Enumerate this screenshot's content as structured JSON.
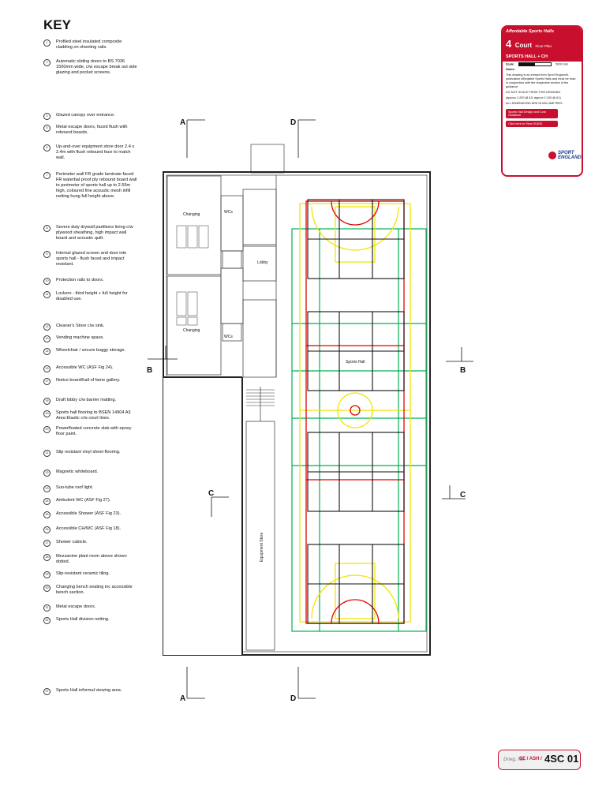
{
  "key": {
    "title": "KEY",
    "items": [
      {
        "num": "1",
        "text": "Profiled steel insulated composite cladding on sheeting rails."
      },
      {
        "num": "2",
        "text": "Automatic sliding doors to BS 7036 1500mm wide, c/w escape break out side glazing and pocket screens."
      },
      {
        "num": "4",
        "text": "Glazed canopy over entrance."
      },
      {
        "num": "5",
        "text": "Metal escape doors, faced flush with rebound boards."
      },
      {
        "num": "6",
        "text": "Up-and-over equipment store door 2.4 x 2.4m with flush rebound face to match wall."
      },
      {
        "num": "7",
        "text": "Perimeter wall FR grade laminate faced FR waterbal proof ply rebound board wall to perimeter of sports hall up to 2.55m high, coloured fine acoustic mesh infill netting hung full height above."
      },
      {
        "num": "8",
        "text": "Severe duty drywall partitions lining c/w plywood sheathing, high impact wall board and acoustic quilt."
      },
      {
        "num": "9",
        "text": "Internal glazed screen and door into sports hall - flush faced and impact resistant."
      },
      {
        "num": "10",
        "text": "Protection rails to doors."
      },
      {
        "num": "11",
        "text": "Lockers - third height + full height for disabled use."
      },
      {
        "num": "12",
        "text": "Cleaner's Store c/w sink."
      },
      {
        "num": "13",
        "text": "Vending machine space."
      },
      {
        "num": "14",
        "text": "Wheelchair / secure buggy storage."
      },
      {
        "num": "15",
        "text": "Accessible WC (ASF Fig 24)."
      },
      {
        "num": "17",
        "text": "Notice board/hall of fame gallery."
      },
      {
        "num": "18",
        "text": "Draft lobby c/w barrier matting."
      },
      {
        "num": "19",
        "text": "Sports hall flooring to BSEN 14904 A3 Area Elastic c/w court lines."
      },
      {
        "num": "20",
        "text": "Powerfloated concrete slab with epoxy floor paint."
      },
      {
        "num": "21",
        "text": "Slip resistant vinyl sheet flooring."
      },
      {
        "num": "22",
        "text": "Magnetic whiteboard."
      },
      {
        "num": "23",
        "text": "Sun-tube roof light."
      },
      {
        "num": "24",
        "text": "Ambulent WC (ASF Fig 27)."
      },
      {
        "num": "25",
        "text": "Accessible Shower (ASF Fig 23)."
      },
      {
        "num": "26",
        "text": "Accessible CH/WC (ASF Fig 18)."
      },
      {
        "num": "27",
        "text": "Shower cubicle."
      },
      {
        "num": "28",
        "text": "Mezzanine plant room above shown dotted."
      },
      {
        "num": "29",
        "text": "Slip-resistant ceramic tiling."
      },
      {
        "num": "30",
        "text": "Changing bench seating inc accessible bench section."
      },
      {
        "num": "31",
        "text": "Metal escape doors."
      },
      {
        "num": "32",
        "text": "Sports Hall division netting."
      },
      {
        "num": "37",
        "text": "Sports Hall informal viewing area."
      }
    ]
  },
  "title_block": {
    "brand": "Affordable Sports Halls",
    "court_number": "4",
    "court_word": "Court",
    "floor_plan": "Floor Plan",
    "subtitle": "SPORTS HALL + CH",
    "scale_label": "Scale:",
    "scale_value": "5000 mm",
    "notes_label": "Notes:",
    "notes_text": "This drawing is an extract from Sport England's publication Affordable Sports Halls and must be read in conjunction with the respective section of the guidance",
    "do_not_scale": "DO NOT SCALE FROM THIS DRAWING",
    "approx_scale": "(approx 1:200 @ A3; approx 1:100 @ A1)",
    "dimensions_note": "ALL DIMENSIONS ARE IN MILLIMETRES",
    "btn_design": "Sports Hall Design and Cost Guidance",
    "btn_view": "Click here to View GUIDE",
    "logo_line1": "SPORT",
    "logo_line2": "ENGLAND"
  },
  "drawing_number": {
    "label": "Drwg. No.",
    "number": "SE / ASH /",
    "code": "4SC 01"
  },
  "plan": {
    "section_markers": [
      "A",
      "D",
      "B",
      "C"
    ],
    "room_labels": {
      "changing_1": "Changing",
      "changing_2": "Changing",
      "wcs_1": "WCs",
      "wcs_2": "WCs",
      "lobby": "Lobby",
      "sports_hall": "Sports Hall",
      "equipment_store": "Equipment Store"
    }
  },
  "colors": {
    "accent_red": "#c8102e",
    "court_yellow": "#f2e600",
    "court_green": "#00b050",
    "court_red": "#e00000",
    "logo_blue": "#1a3a8c"
  }
}
